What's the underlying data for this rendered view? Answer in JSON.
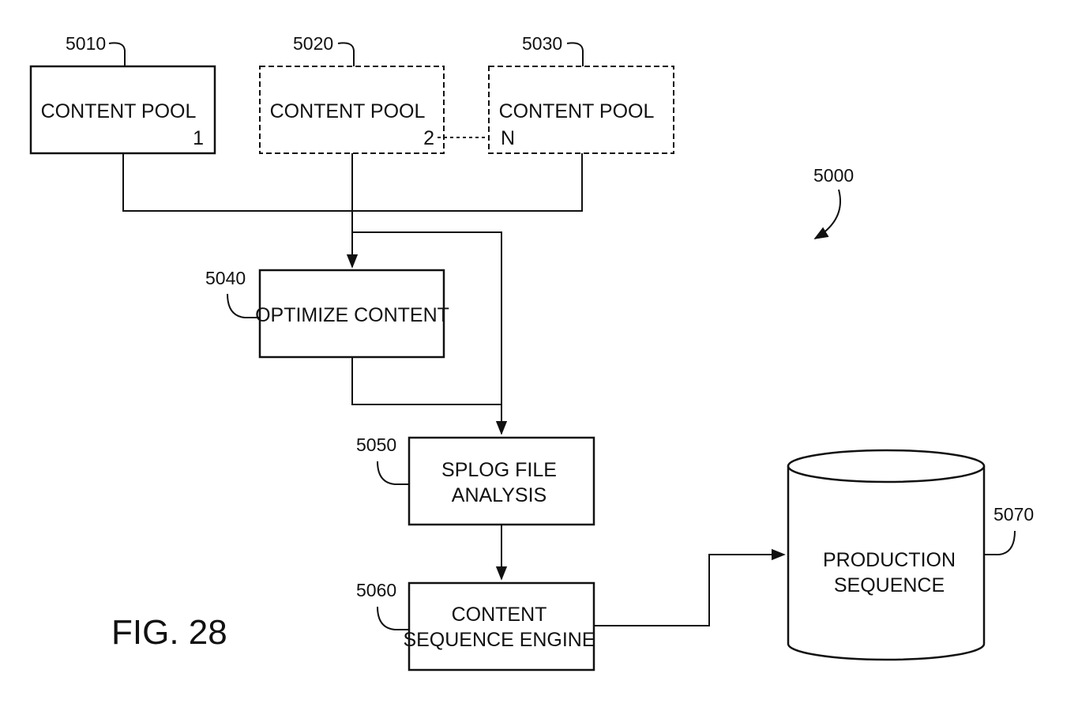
{
  "figure": {
    "label": "FIG. 28",
    "reference": "5000"
  },
  "nodes": {
    "pool1": {
      "ref": "5010",
      "label": "CONTENT POOL",
      "index": "1"
    },
    "pool2": {
      "ref": "5020",
      "label": "CONTENT POOL",
      "index": "2"
    },
    "poolN": {
      "ref": "5030",
      "label": "CONTENT POOL",
      "index": "N"
    },
    "optimize": {
      "ref": "5040",
      "label": "OPTIMIZE CONTENT"
    },
    "splog": {
      "ref": "5050",
      "line1": "SPLOG FILE",
      "line2": "ANALYSIS"
    },
    "engine": {
      "ref": "5060",
      "line1": "CONTENT",
      "line2": "SEQUENCE ENGINE"
    },
    "production": {
      "ref": "5070",
      "line1": "PRODUCTION",
      "line2": "SEQUENCE"
    }
  }
}
